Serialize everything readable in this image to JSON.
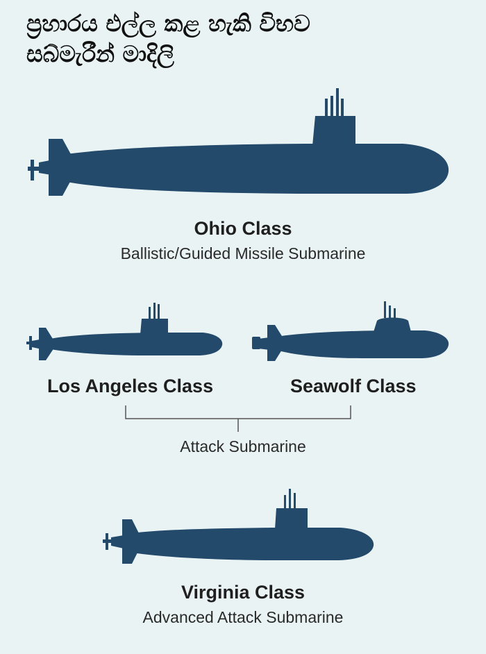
{
  "title": {
    "line1": "ප්‍රහාරය එල්ල කළ හැකි විභව",
    "line2": "සබ්මැරීන් මාදිලි"
  },
  "colors": {
    "background": "#e9f3f4",
    "hull": "#23496b"
  },
  "submarines": {
    "ohio": {
      "name": "Ohio Class",
      "description": "Ballistic/Guided Missile Submarine"
    },
    "los_angeles": {
      "name": "Los Angeles Class"
    },
    "seawolf": {
      "name": "Seawolf Class"
    },
    "attack_group": {
      "description": "Attack Submarine"
    },
    "virginia": {
      "name": "Virginia Class",
      "description": "Advanced Attack Submarine"
    }
  }
}
